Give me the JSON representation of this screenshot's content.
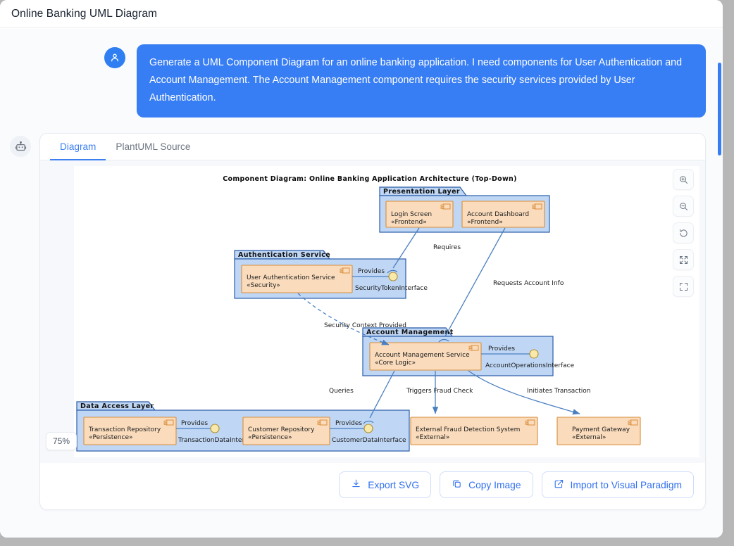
{
  "window": {
    "title": "Online Banking UML Diagram"
  },
  "chat": {
    "user_avatar_icon": "user-icon",
    "bot_avatar_icon": "robot-icon",
    "user_message": "Generate a UML Component Diagram for an online banking application. I need components for User Authentication and Account Management. The Account Management component requires the security services provided by User Authentication."
  },
  "tabs": [
    {
      "label": "Diagram",
      "active": true
    },
    {
      "label": "PlantUML Source",
      "active": false
    }
  ],
  "viewer": {
    "zoom_level": "75%",
    "tools": [
      {
        "name": "zoom-in-icon",
        "label": "Zoom In"
      },
      {
        "name": "zoom-out-icon",
        "label": "Zoom Out"
      },
      {
        "name": "reset-icon",
        "label": "Reset"
      },
      {
        "name": "expand-icon",
        "label": "Fit"
      },
      {
        "name": "fullscreen-icon",
        "label": "Fullscreen"
      }
    ]
  },
  "actions": [
    {
      "label": "Export SVG",
      "icon": "download-icon"
    },
    {
      "label": "Copy Image",
      "icon": "copy-icon"
    },
    {
      "label": "Import to Visual Paradigm",
      "icon": "external-link-icon"
    }
  ],
  "diagram": {
    "title": "Component Diagram: Online Banking Application Architecture (Top-Down)",
    "colors": {
      "package_fill": "#bfd7f5",
      "package_stroke": "#2b5ca8",
      "component_fill": "#fadcbd",
      "component_stroke": "#d98e3a",
      "connector": "#4a7fc1",
      "interface_fill": "#f8e9ab"
    },
    "packages": [
      {
        "id": "presentation",
        "label": "Presentation Layer"
      },
      {
        "id": "auth",
        "label": "Authentication Service"
      },
      {
        "id": "account",
        "label": "Account Management"
      },
      {
        "id": "data",
        "label": "Data Access Layer"
      }
    ],
    "components": [
      {
        "id": "login",
        "name": "Login Screen",
        "stereotype": "«Frontend»",
        "package": "presentation"
      },
      {
        "id": "dashboard",
        "name": "Account Dashboard",
        "stereotype": "«Frontend»",
        "package": "presentation"
      },
      {
        "id": "authsvc",
        "name": "User Authentication Service",
        "stereotype": "«Security»",
        "package": "auth"
      },
      {
        "id": "acctsvc",
        "name": "Account Management Service",
        "stereotype": "«Core Logic»",
        "package": "account"
      },
      {
        "id": "txrepo",
        "name": "Transaction Repository",
        "stereotype": "«Persistence»",
        "package": "data"
      },
      {
        "id": "custrepo",
        "name": "Customer Repository",
        "stereotype": "«Persistence»",
        "package": "data"
      },
      {
        "id": "fraud",
        "name": "External Fraud Detection System",
        "stereotype": "«External»",
        "package": null
      },
      {
        "id": "payment",
        "name": "Payment Gateway",
        "stereotype": "«External»",
        "package": null
      }
    ],
    "interfaces": [
      {
        "owner": "authsvc",
        "provides_label": "Provides",
        "name": "SecurityTokenInterface"
      },
      {
        "owner": "acctsvc",
        "provides_label": "Provides",
        "name": "AccountOperationsInterface"
      },
      {
        "owner": "txrepo",
        "provides_label": "Provides",
        "name": "TransactionDataInterface"
      },
      {
        "owner": "custrepo",
        "provides_label": "Provides",
        "name": "CustomerDataInterface"
      }
    ],
    "edges": [
      {
        "from": "login",
        "to": "SecurityTokenInterface",
        "label": "Requires"
      },
      {
        "from": "dashboard",
        "to": "acctsvc",
        "label": "Requests Account Info"
      },
      {
        "from": "authsvc",
        "to": "acctsvc",
        "label": "Security Context Provided"
      },
      {
        "from": "acctsvc",
        "to": "CustomerDataInterface",
        "label": "Queries"
      },
      {
        "from": "acctsvc",
        "to": "fraud",
        "label": "Triggers Fraud Check"
      },
      {
        "from": "acctsvc",
        "to": "payment",
        "label": "Initiates Transaction"
      }
    ]
  }
}
